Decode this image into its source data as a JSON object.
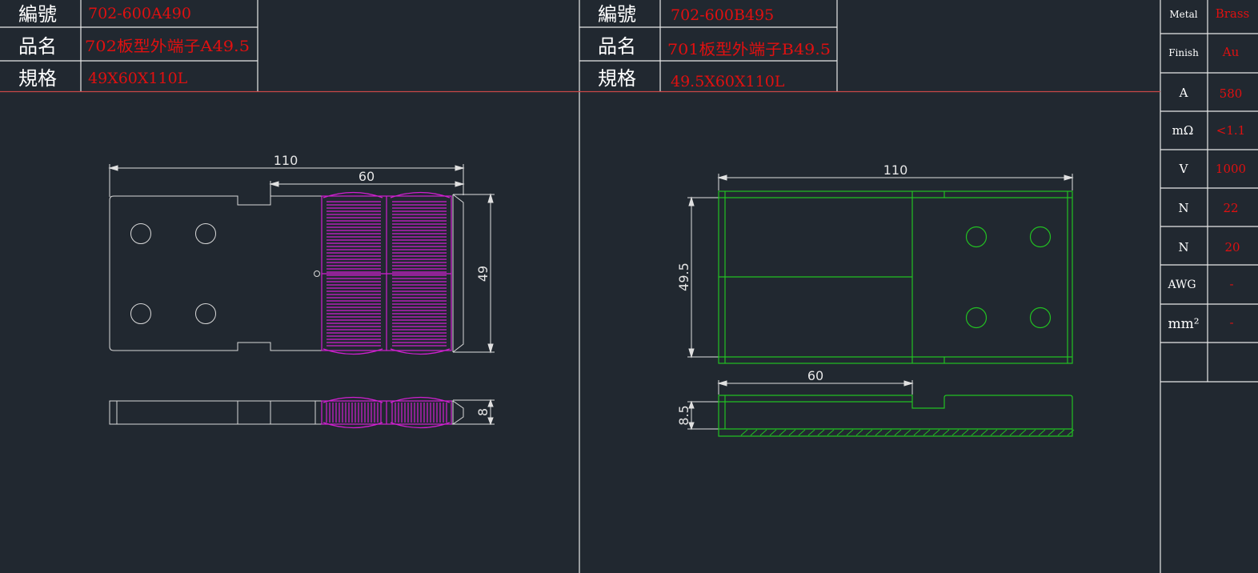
{
  "left_title": {
    "rows": [
      {
        "label": "編號",
        "value": "702-600A490"
      },
      {
        "label": "品名",
        "value": "702板型外端子A49.5"
      },
      {
        "label": "規格",
        "value": "49X60X110L"
      }
    ]
  },
  "right_title": {
    "rows": [
      {
        "label": "編號",
        "value": "702-600B495"
      },
      {
        "label": "品名",
        "value": "701板型外端子B49.5"
      },
      {
        "label": "規格",
        "value": "49.5X60X110L"
      }
    ]
  },
  "spec_table": {
    "rows": [
      {
        "label": "Metal",
        "value": "Brass"
      },
      {
        "label": "Finish",
        "value": "Au"
      },
      {
        "label": "A",
        "value": "580"
      },
      {
        "label": "mΩ",
        "value": "<1.1"
      },
      {
        "label": "V",
        "value": "1000"
      },
      {
        "label": "N",
        "value": "22"
      },
      {
        "label": "N",
        "value": "20"
      },
      {
        "label": "AWG",
        "value": "-"
      },
      {
        "label": "mm²",
        "value": "-"
      },
      {
        "label": "",
        "value": ""
      }
    ]
  },
  "left_drawing": {
    "dim_length": "110",
    "dim_contact": "60",
    "dim_width": "49",
    "dim_thickness": "8"
  },
  "right_drawing": {
    "dim_length": "110",
    "dim_contact": "60",
    "dim_width": "49.5",
    "dim_thickness": "8.5"
  },
  "colors": {
    "background": "#212830",
    "frame": "#e8e8e8",
    "label_text": "#ffffff",
    "value_text": "#e01010",
    "left_part_outline": "#d8d8d8",
    "contact_spring": "#d020d0",
    "right_part_outline": "#22c022",
    "separator": "#c84848"
  }
}
